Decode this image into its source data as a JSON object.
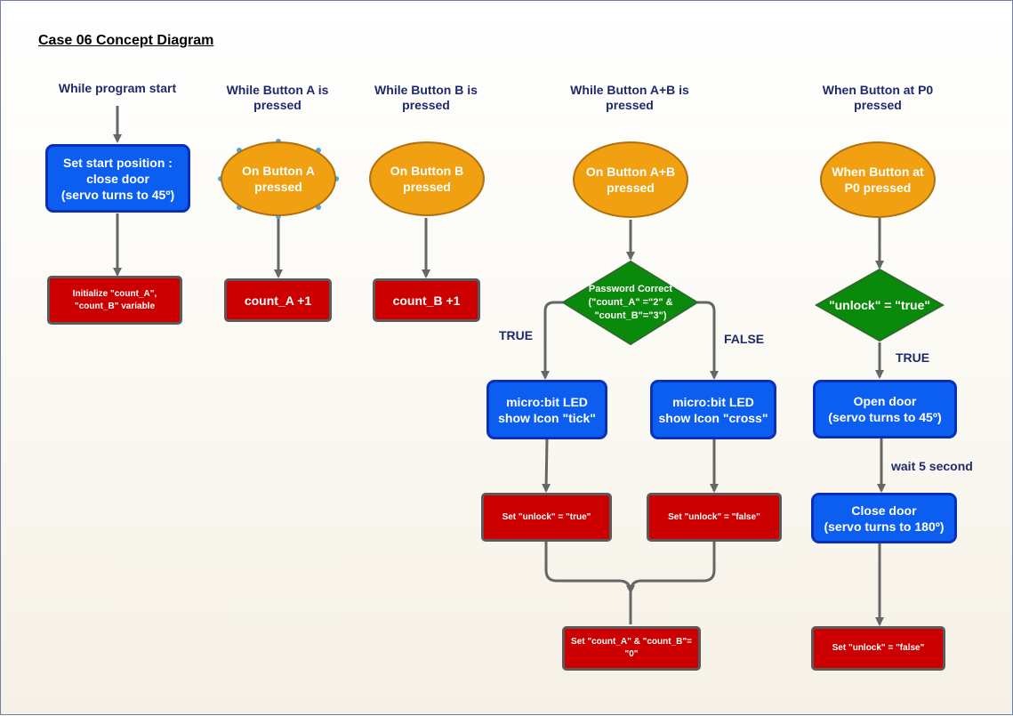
{
  "title": "Case 06 Concept Diagram",
  "headers": {
    "start": "While program start",
    "button_a": "While Button A is\npressed",
    "button_b": "While Button B is\npressed",
    "button_ab": "While Button A+B is\npressed",
    "button_p0": "When Button at P0\npressed"
  },
  "nodes": {
    "set_start": "Set start position :\nclose door\n(servo turns to 45º)",
    "init_vars": "Initialize \"count_A\",\n\"count_B\" variable",
    "on_button_a": "On Button A\npressed",
    "count_a": "count_A +1",
    "on_button_b": "On Button B\npressed",
    "count_b": "count_B +1",
    "on_button_ab": "On Button A+B\npressed",
    "password_check": "Password Correct\n(\"count_A\" =\"2\" &\n\"count_B\"=\"3\")",
    "led_tick": "micro:bit LED\nshow Icon \"tick\"",
    "led_cross": "micro:bit LED\nshow Icon \"cross\"",
    "set_unlock_true": "Set \"unlock\" = \"true\"",
    "set_unlock_false": "Set \"unlock\" = \"false\"",
    "reset_counts": "Set \"count_A\" & \"count_B\"=\n\"0\"",
    "when_p0": "When Button at\nP0 pressed",
    "unlock_check": "\"unlock\" = \"true\"",
    "open_door": "Open door\n(servo turns to 45º)",
    "close_door": "Close door\n(servo turns to 180º)",
    "set_unlock_false_p0": "Set \"unlock\" = \"false\""
  },
  "edge_labels": {
    "true_ab": "TRUE",
    "false_ab": "FALSE",
    "true_p0": "TRUE",
    "wait": "wait 5 second"
  },
  "colors": {
    "process_blue": "#0b5ef0",
    "action_red": "#cc0000",
    "event_orange": "#f0a010",
    "decision_green": "#0a8a0a",
    "arrow_gray": "#666666",
    "header_navy": "#1f2a6b"
  }
}
